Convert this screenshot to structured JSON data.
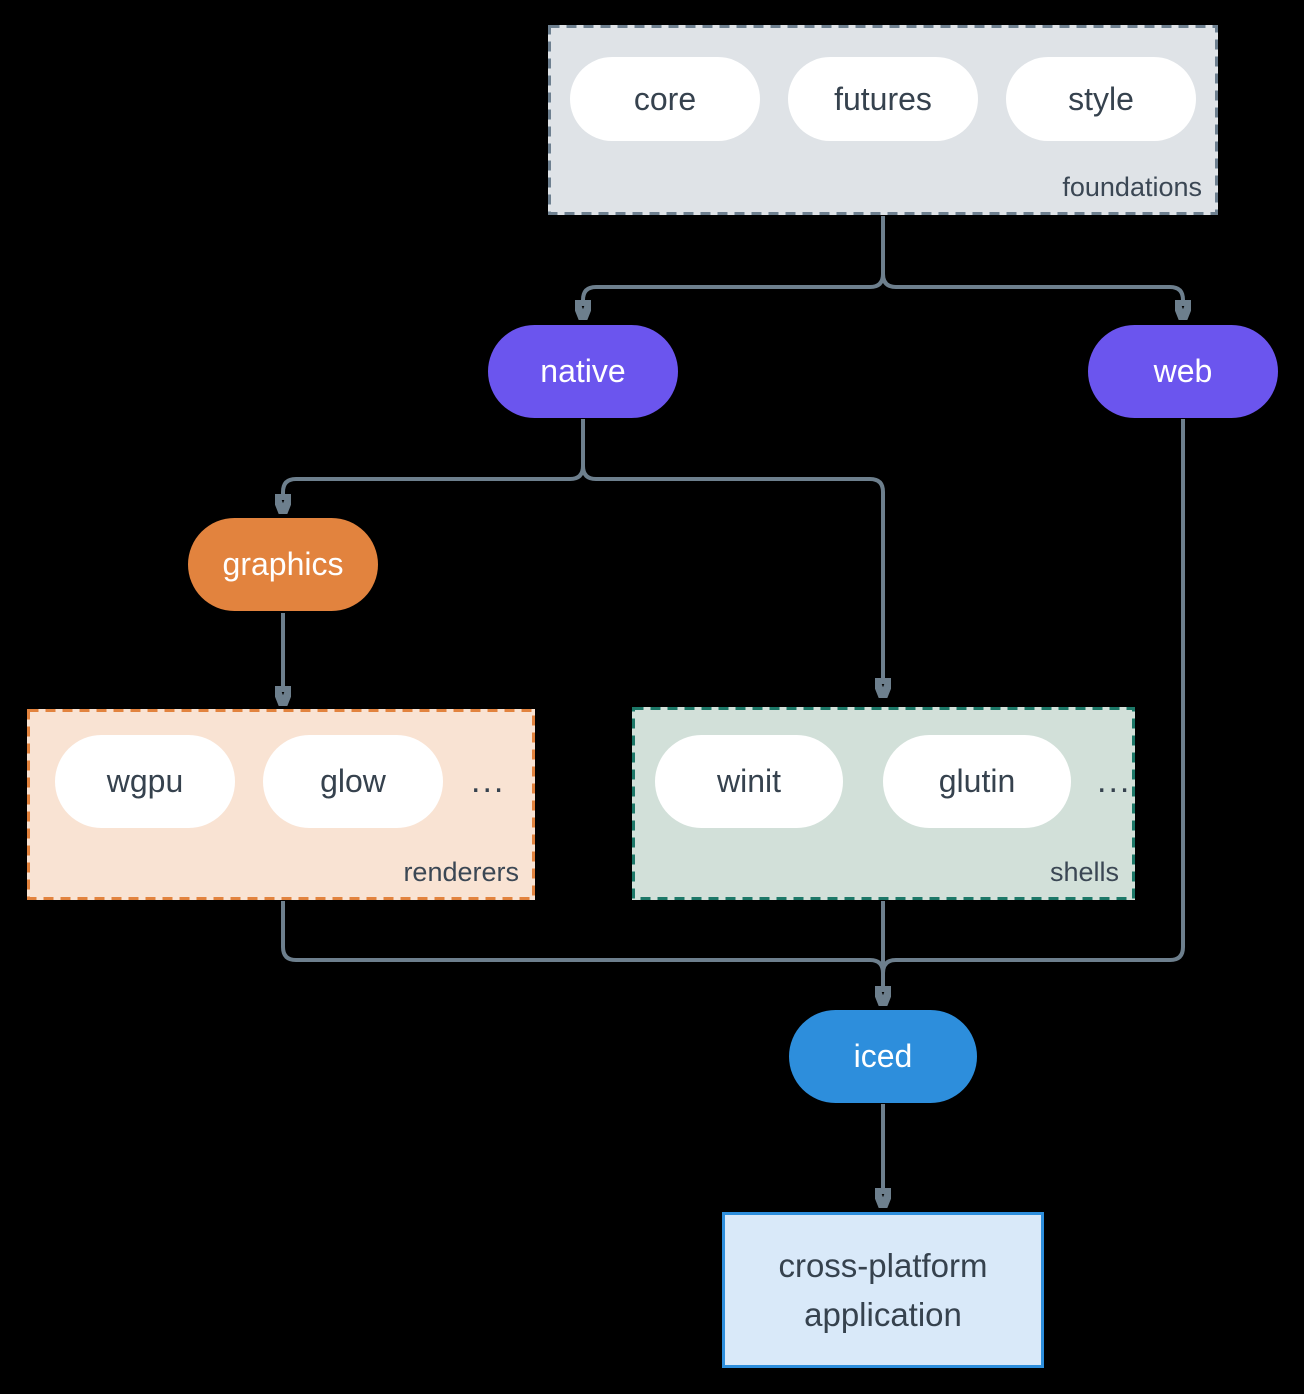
{
  "diagram": {
    "background": "#000000",
    "colors": {
      "arrow": "#6d7f8d",
      "text_dark": "#36424e",
      "text_light": "#ffffff",
      "foundations_fill": "#dfe3e7",
      "foundations_border": "#6e8090",
      "renderers_fill": "#f9e3d3",
      "renderers_border": "#e2833e",
      "shells_fill": "#d2e0d9",
      "shells_border": "#1d7868",
      "native_fill": "#6b55ee",
      "web_fill": "#6b55ee",
      "graphics_fill": "#e2833e",
      "iced_fill": "#2d8edc",
      "application_fill": "#d9e9f9",
      "application_border": "#2d8edc"
    },
    "groups": {
      "foundations": {
        "label": "foundations",
        "pills": [
          "core",
          "futures",
          "style"
        ]
      },
      "renderers": {
        "label": "renderers",
        "pills": [
          "wgpu",
          "glow"
        ],
        "ellipsis": "..."
      },
      "shells": {
        "label": "shells",
        "pills": [
          "winit",
          "glutin"
        ],
        "ellipsis": "..."
      }
    },
    "nodes": {
      "native": "native",
      "web": "web",
      "graphics": "graphics",
      "iced": "iced"
    },
    "application": {
      "line1": "cross-platform",
      "line2": "application"
    }
  }
}
